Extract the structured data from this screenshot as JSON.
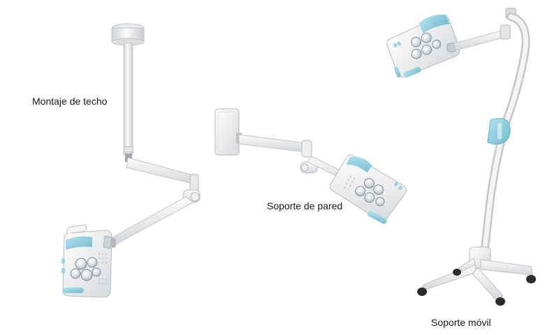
{
  "captions": {
    "ceiling_mount": "Montaje de techo",
    "wall_mount": "Soporte de pared",
    "mobile_stand": "Soporte móvil"
  },
  "colors": {
    "body_white": "#f2f3f4",
    "body_shadow": "#c9ccd0",
    "accent_blue": "#8fcfe0",
    "accent_blue_dark": "#5fb3c8",
    "arm_gray": "#dfe1e3",
    "caster_black": "#2b2b2b"
  }
}
